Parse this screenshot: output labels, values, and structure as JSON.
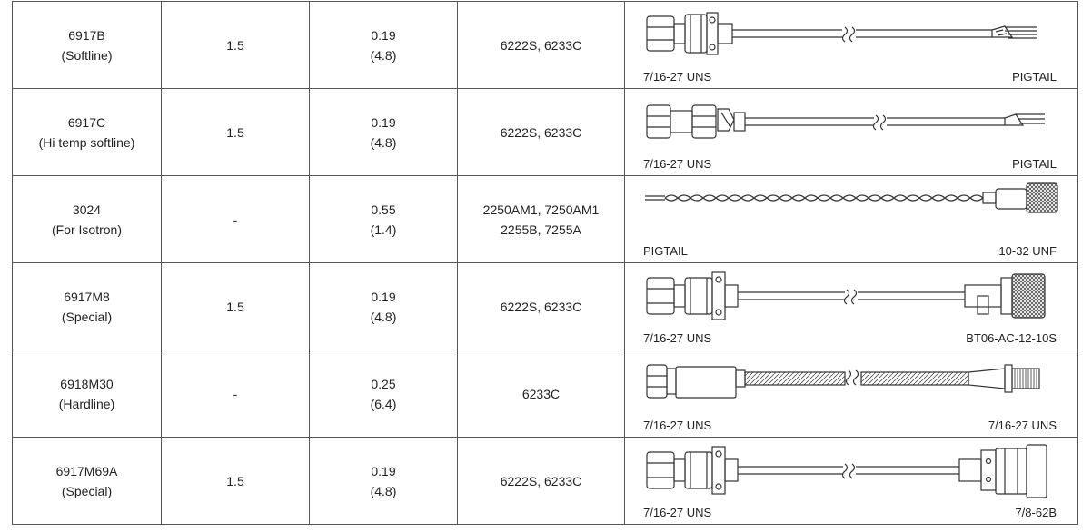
{
  "rows": [
    {
      "model": "6917B",
      "model_note": "(Softline)",
      "col2": "1.5",
      "dia_in": "0.19",
      "dia_mm": "(4.8)",
      "connectors_1": "6222S, 6233C",
      "connectors_2": "",
      "end_left": "7/16-27 UNS",
      "end_right": "PIGTAIL",
      "drawing_icon": "cable-hex-to-pigtail"
    },
    {
      "model": "6917C",
      "model_note": "(Hi temp softline)",
      "col2": "1.5",
      "dia_in": "0.19",
      "dia_mm": "(4.8)",
      "connectors_1": "6222S, 6233C",
      "connectors_2": "",
      "end_left": "7/16-27 UNS",
      "end_right": "PIGTAIL",
      "drawing_icon": "cable-hex-to-pigtail"
    },
    {
      "model": "3024",
      "model_note": "(For Isotron)",
      "col2": "-",
      "dia_in": "0.55",
      "dia_mm": "(1.4)",
      "connectors_1": "2250AM1, 7250AM1",
      "connectors_2": "2255B, 7255A",
      "end_left": "PIGTAIL",
      "end_right": "10-32 UNF",
      "drawing_icon": "twisted-pair-to-knurled"
    },
    {
      "model": "6917M8",
      "model_note": "(Special)",
      "col2": "1.5",
      "dia_in": "0.19",
      "dia_mm": "(4.8)",
      "connectors_1": "6222S, 6233C",
      "connectors_2": "",
      "end_left": "7/16-27 UNS",
      "end_right": "BT06-AC-12-10S",
      "drawing_icon": "cable-hex-to-knurled"
    },
    {
      "model": "6918M30",
      "model_note": "(Hardline)",
      "col2": "-",
      "dia_in": "0.25",
      "dia_mm": "(6.4)",
      "connectors_1": "6233C",
      "connectors_2": "",
      "end_left": "7/16-27 UNS",
      "end_right": "7/16-27 UNS",
      "drawing_icon": "hardline-cable"
    },
    {
      "model": "6917M69A",
      "model_note": "(Special)",
      "col2": "1.5",
      "dia_in": "0.19",
      "dia_mm": "(4.8)",
      "connectors_1": "6222S, 6233C",
      "connectors_2": "",
      "end_left": "7/16-27 UNS",
      "end_right": "7/8-62B",
      "drawing_icon": "cable-hex-to-mil-connector"
    }
  ]
}
